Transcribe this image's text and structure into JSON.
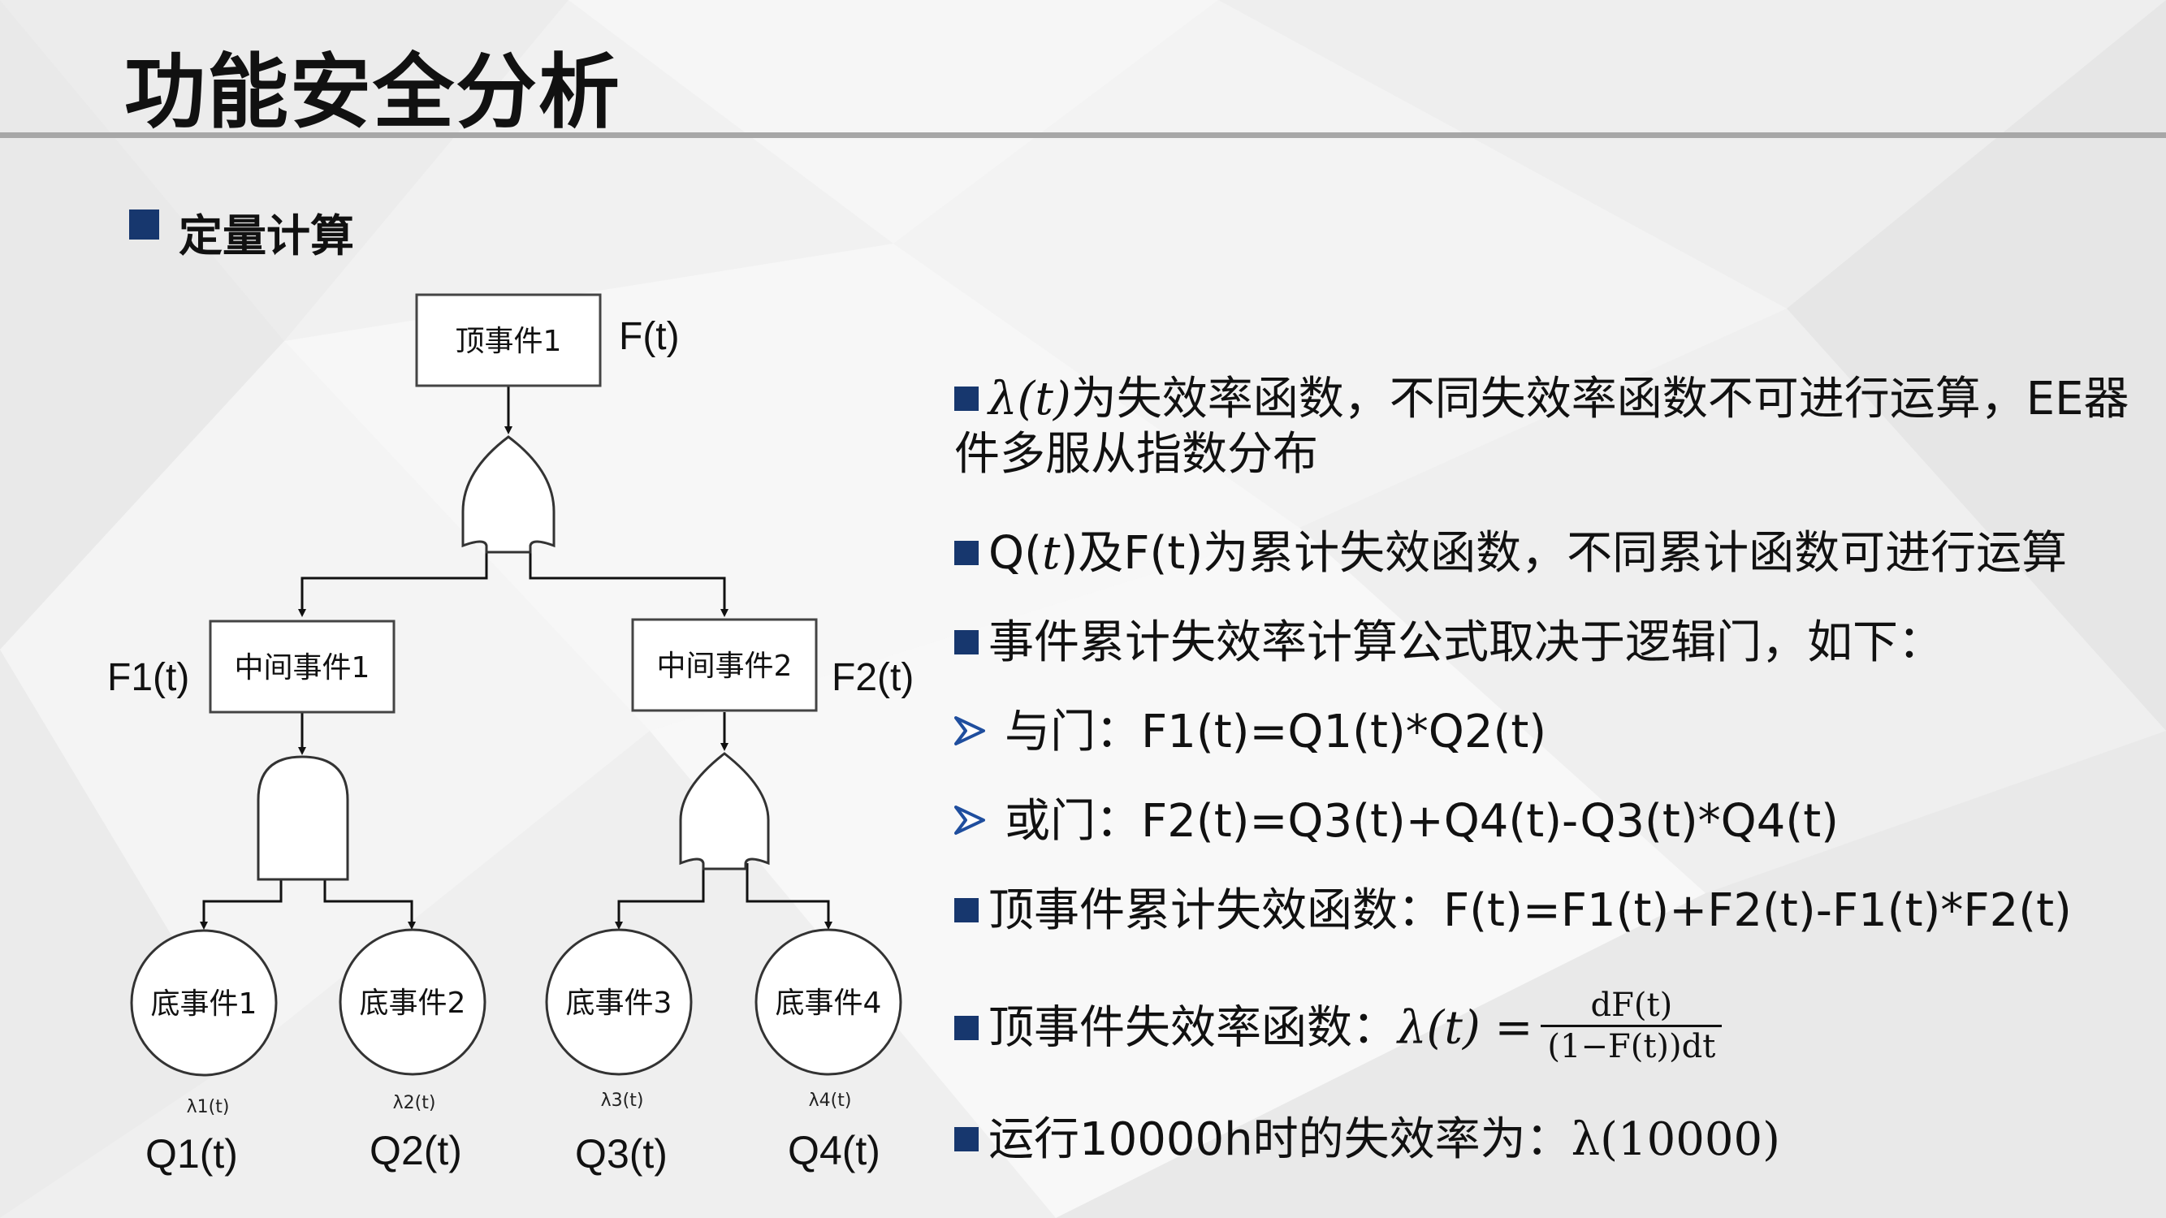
{
  "title": "功能安全分析",
  "section_title": "定量计算",
  "tree": {
    "top_event": "顶事件1",
    "top_func": "F(t)",
    "mid_left": "中间事件1",
    "mid_left_func": "F1(t)",
    "mid_right": "中间事件2",
    "mid_right_func": "F2(t)",
    "basic_events": [
      {
        "label": "底事件1",
        "lambda": "λ1(t)",
        "q": "Q1(t)"
      },
      {
        "label": "底事件2",
        "lambda": "λ2(t)",
        "q": "Q2(t)"
      },
      {
        "label": "底事件3",
        "lambda": "λ3(t)",
        "q": "Q3(t)"
      },
      {
        "label": "底事件4",
        "lambda": "λ4(t)",
        "q": "Q4(t)"
      }
    ]
  },
  "points": {
    "p1_math": "λ(t)",
    "p1_text": "为失效率函数，不同失效率函数不可进行运算，EE器件多服从指数分布",
    "p2_prefix": "Q(",
    "p2_t": "t",
    "p2_rest": ")及F(t)为累计失效函数，不同累计函数可进行运算",
    "p3": "事件累计失效率计算公式取决于逻辑门，如下：",
    "p4": "与门：F1(t)=Q1(t)*Q2(t)",
    "p5": "或门：F2(t)=Q3(t)+Q4(t)-Q3(t)*Q4(t)",
    "p6": "顶事件累计失效函数：F(t)=F1(t)+F2(t)-F1(t)*F2(t)",
    "p7_text": "顶事件失效率函数：",
    "p7_lhs": "λ(t) =",
    "p7_num": "dF(t)",
    "p7_den": "(1−F(t))dt",
    "p8_text": "运行10000h时的失效率为：",
    "p8_math": "λ(10000)"
  },
  "colors": {
    "bullet": "#17376e",
    "rule": "#a7a7a7"
  }
}
